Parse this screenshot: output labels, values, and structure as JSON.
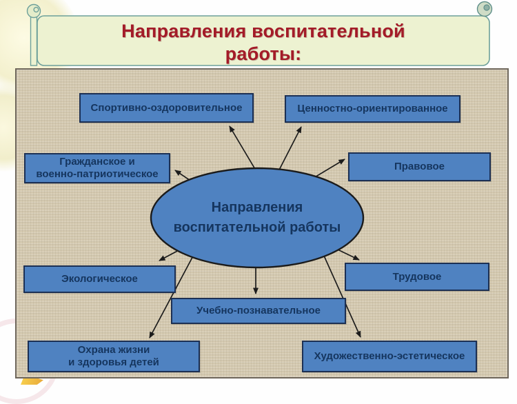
{
  "slide": {
    "title": "Направления воспитательной\nработы:",
    "center": {
      "label": "Направления\nвоспитательной работы"
    },
    "nodes": [
      {
        "id": "sport",
        "label": "Спортивно-оздоровительное"
      },
      {
        "id": "values",
        "label": "Ценностно-ориентированное"
      },
      {
        "id": "civil",
        "label": "Гражданское и\nвоенно-патриотическое"
      },
      {
        "id": "legal",
        "label": "Правовое"
      },
      {
        "id": "eco",
        "label": "Экологическое"
      },
      {
        "id": "labor",
        "label": "Трудовое"
      },
      {
        "id": "study",
        "label": "Учебно-познавательное"
      },
      {
        "id": "health",
        "label": "Охрана  жизни\nи здоровья детей"
      },
      {
        "id": "art",
        "label": "Художественно-эстетическое"
      }
    ],
    "colors": {
      "box_fill": "#4f82c1",
      "box_border": "#1c3054",
      "box_text": "#15355e",
      "title_text": "#a31b28",
      "banner_fill": "#edf2d1",
      "banner_border": "#6da09a",
      "panel_fill": "#d6cbb2",
      "arrow": "#1c1c1c"
    }
  }
}
